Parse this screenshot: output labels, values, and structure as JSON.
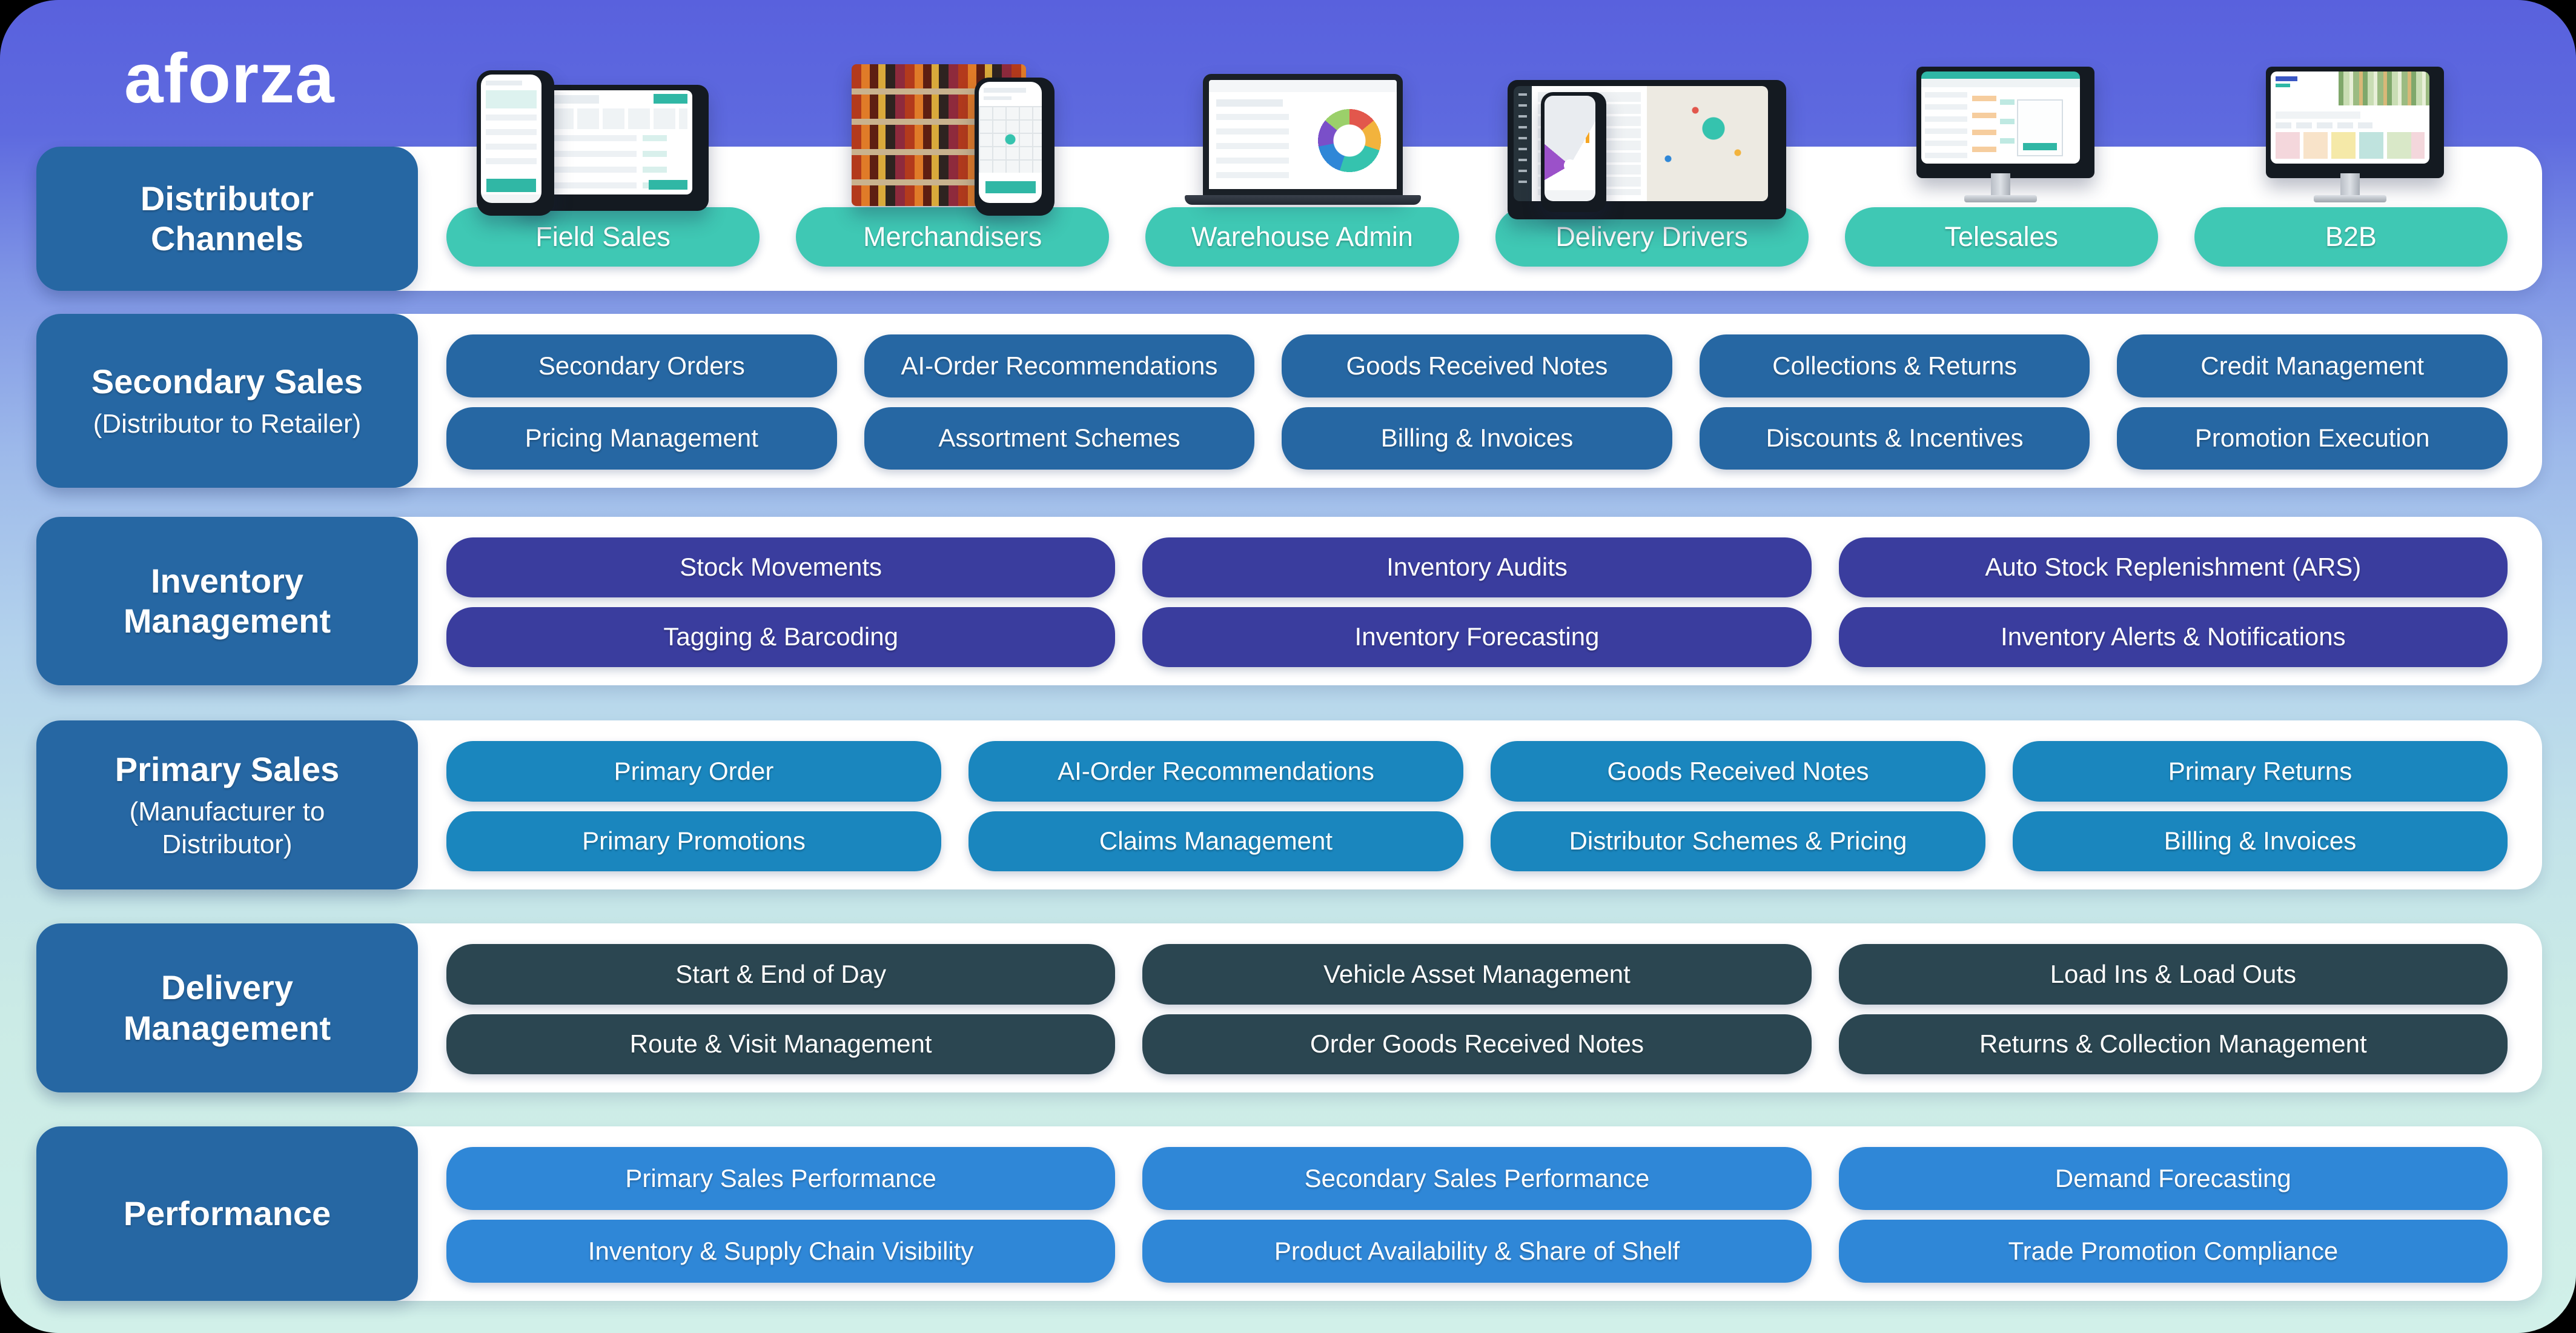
{
  "brand": {
    "logo_text": "aforza"
  },
  "colors": {
    "background_top": "#5961DD",
    "background_bottom": "#D1F0E9",
    "row_label_blue": "#2667A3",
    "channel_teal": "#3FC8B4",
    "secondary_blue": "#2667A3",
    "inventory_indigo": "#3A3D9E",
    "primary_cerulean": "#1A86BE",
    "delivery_slate": "#2B4651",
    "performance_blue": "#2F87D7",
    "panel_white": "#FFFFFF"
  },
  "rows": [
    {
      "id": "distributor-channels",
      "label_title": "Distributor Channels",
      "label_sub": "",
      "pill_color": "#3FC8B4",
      "pills": [
        [
          "Field Sales",
          "Merchandisers",
          "Warehouse Admin",
          "Delivery Drivers",
          "Telesales",
          "B2B"
        ]
      ]
    },
    {
      "id": "secondary-sales",
      "label_title": "Secondary Sales",
      "label_sub": "(Distributor to Retailer)",
      "pill_color": "#2667A3",
      "pills": [
        [
          "Secondary Orders",
          "AI-Order Recommendations",
          "Goods Received Notes",
          "Collections & Returns",
          "Credit Management"
        ],
        [
          "Pricing Management",
          "Assortment Schemes",
          "Billing & Invoices",
          "Discounts & Incentives",
          "Promotion Execution"
        ]
      ]
    },
    {
      "id": "inventory-management",
      "label_title": "Inventory Management",
      "label_sub": "",
      "pill_color": "#3A3D9E",
      "pills": [
        [
          "Stock Movements",
          "Inventory Audits",
          "Auto Stock Replenishment (ARS)"
        ],
        [
          "Tagging & Barcoding",
          "Inventory Forecasting",
          "Inventory Alerts & Notifications"
        ]
      ]
    },
    {
      "id": "primary-sales",
      "label_title": "Primary Sales",
      "label_sub": "(Manufacturer to Distributor)",
      "pill_color": "#1A86BE",
      "pills": [
        [
          "Primary Order",
          "AI-Order Recommendations",
          "Goods Received Notes",
          "Primary Returns"
        ],
        [
          "Primary Promotions",
          "Claims Management",
          "Distributor Schemes & Pricing",
          "Billing & Invoices"
        ]
      ]
    },
    {
      "id": "delivery-management",
      "label_title": "Delivery Management",
      "label_sub": "",
      "pill_color": "#2B4651",
      "pills": [
        [
          "Start & End of Day",
          "Vehicle Asset Management",
          "Load Ins & Load Outs"
        ],
        [
          "Route & Visit Management",
          "Order Goods Received Notes",
          "Returns & Collection Management"
        ]
      ]
    },
    {
      "id": "performance",
      "label_title": "Performance",
      "label_sub": "",
      "pill_color": "#2F87D7",
      "pills": [
        [
          "Primary Sales Performance",
          "Secondary Sales Performance",
          "Demand Forecasting"
        ],
        [
          "Inventory & Supply Chain Visibility",
          "Product Availability & Share of Shelf",
          "Trade Promotion Compliance"
        ]
      ]
    }
  ]
}
